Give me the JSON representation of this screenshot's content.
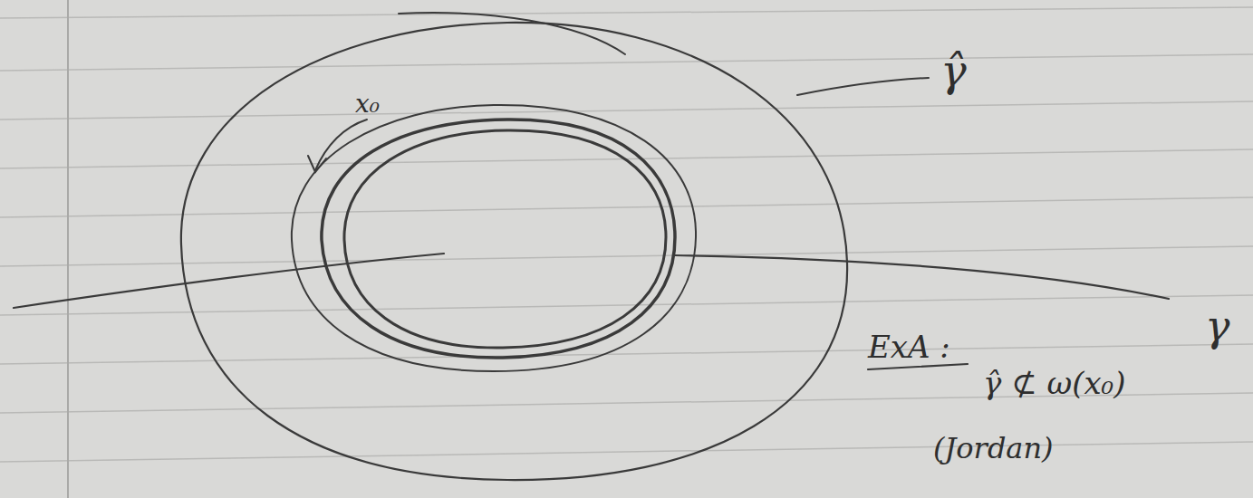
{
  "diagram": {
    "labels": [
      "x₀",
      "γ̂",
      "γ",
      "ExA :",
      "γ̂ ⊄ ω(x₀)",
      "(Jordan)"
    ]
  }
}
